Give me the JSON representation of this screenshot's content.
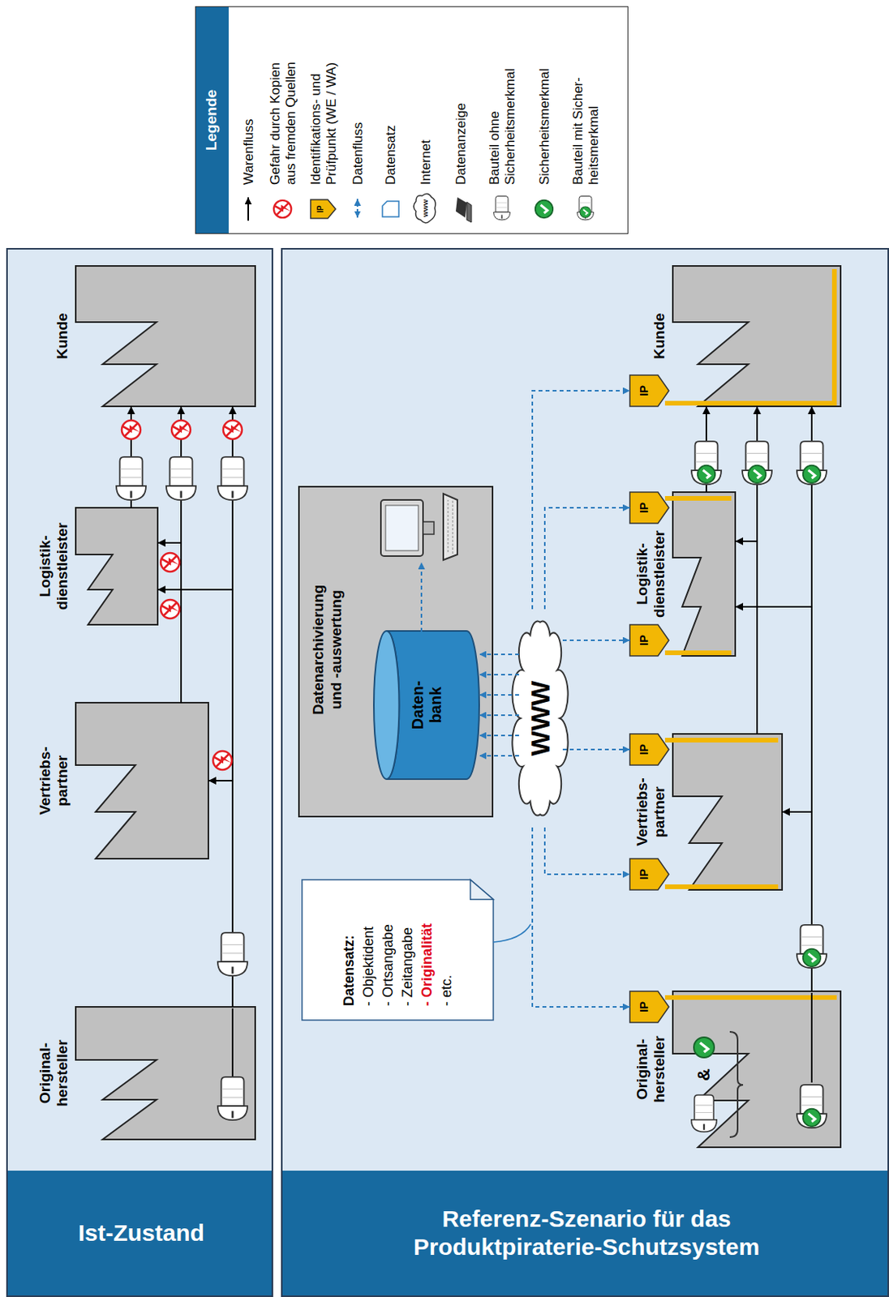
{
  "diagram": {
    "nodes": [
      {
        "text": [
          "Ist-Zustand"
        ]
      },
      {
        "text": [
          "Original- hersteller"
        ],
        "in": 0
      },
      {
        "text": [
          "Vertriebs- partner"
        ],
        "in": 0
      },
      {
        "text": [
          "Logistik- dienstleister"
        ],
        "in": 0
      },
      {
        "text": [
          "Kunde"
        ],
        "in": 0
      },
      {
        "text": [
          "Referenz-Szenario für das Produktpiraterie-Schutzsystem"
        ]
      },
      {
        "text": [
          "Datensatz:",
          "- Objektident",
          "- Ortsangabe",
          "- Zeitangabe",
          "- Originalität",
          "- etc."
        ],
        "in": 5
      },
      {
        "text": [
          "Datenarchivierung und -auswertung"
        ],
        "in": 5
      },
      {
        "text": [
          "Daten- bank"
        ],
        "in": 7
      },
      {
        "text": [
          "WWW"
        ],
        "in": 5
      },
      {
        "text": [
          "Original- hersteller"
        ],
        "in": 5
      },
      {
        "text": [
          "Vertriebs- partner"
        ],
        "in": 5
      },
      {
        "text": [
          "Logistik- dienstleister"
        ],
        "in": 5
      },
      {
        "text": [
          "Kunde"
        ],
        "in": 5
      },
      {
        "text": [
          "IP"
        ],
        "in": 5
      },
      {
        "text": [
          "IP"
        ],
        "in": 5
      },
      {
        "text": [
          "IP"
        ],
        "in": 5
      },
      {
        "text": [
          "IP"
        ],
        "in": 5
      },
      {
        "text": [
          "IP"
        ],
        "in": 5
      },
      {
        "text": [
          "IP"
        ],
        "in": 5
      }
    ],
    "edges": [
      {
        "from": 1,
        "to": 2,
        "arrow": "to"
      },
      {
        "from": 1,
        "to": 3,
        "arrow": "to"
      },
      {
        "from": 1,
        "to": 4,
        "arrow": "to"
      },
      {
        "from": 2,
        "to": 3,
        "arrow": "to"
      },
      {
        "from": 2,
        "to": 4,
        "arrow": "to"
      },
      {
        "from": 3,
        "to": 4,
        "arrow": "to"
      },
      {
        "from": 10,
        "to": 11,
        "arrow": "to"
      },
      {
        "from": 10,
        "to": 12,
        "arrow": "to"
      },
      {
        "from": 10,
        "to": 13,
        "arrow": "to"
      },
      {
        "from": 11,
        "to": 12,
        "arrow": "to"
      },
      {
        "from": 11,
        "to": 13,
        "arrow": "to"
      },
      {
        "from": 12,
        "to": 13,
        "arrow": "to"
      },
      {
        "from": 9,
        "to": 14,
        "arrow": "to"
      },
      {
        "from": 9,
        "to": 15,
        "arrow": "to"
      },
      {
        "from": 9,
        "to": 16,
        "arrow": "to"
      },
      {
        "from": 9,
        "to": 17,
        "arrow": "to"
      },
      {
        "from": 9,
        "to": 18,
        "arrow": "to"
      },
      {
        "from": 9,
        "to": 19,
        "arrow": "to"
      },
      {
        "from": 9,
        "to": 8,
        "arrow": "to"
      }
    ],
    "labels": [
      "Legende",
      "&",
      "IP",
      "WWW"
    ],
    "legend": [
      {
        "text": "Warenfluss"
      },
      {
        "text": "Gefahr durch Kopien aus fremden Quellen"
      },
      {
        "text": "Identifikations- und Prüfpunkt (WE / WA)"
      },
      {
        "text": "Datenfluss"
      },
      {
        "text": "Datensatz"
      },
      {
        "text": "Internet"
      },
      {
        "text": "Datenanzeige"
      },
      {
        "text": "Bauteil ohne Sicherheitsmerkmal"
      },
      {
        "text": "Sicherheitsmerkmal"
      },
      {
        "text": "Bauteil mit Sicher- heitsmerkmal"
      }
    ]
  }
}
